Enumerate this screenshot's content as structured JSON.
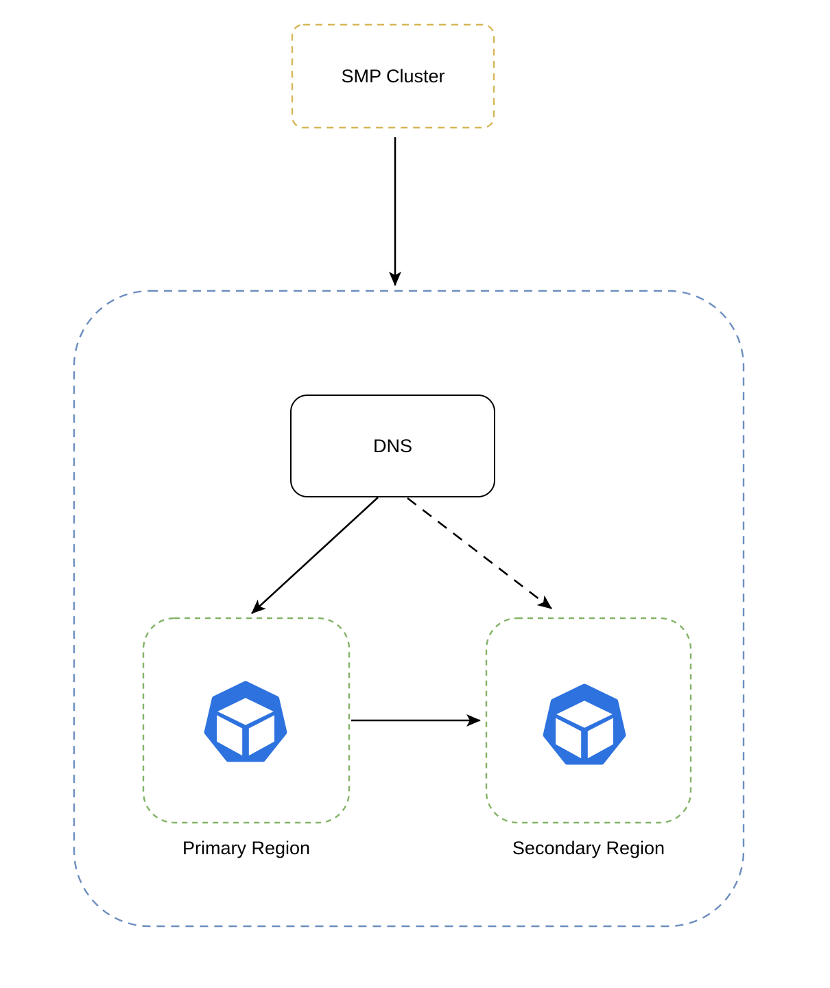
{
  "diagram": {
    "title": "SMP Cluster multi-region DNS routing diagram",
    "nodes": {
      "smp_cluster": {
        "label": "SMP Cluster",
        "border_color": "#D6B656",
        "border_style": "dashed"
      },
      "regions_container": {
        "label": "",
        "border_color": "#6C8EBF",
        "border_style": "dashed"
      },
      "dns": {
        "label": "DNS",
        "border_color": "#000000",
        "border_style": "solid"
      },
      "primary_region": {
        "label": "Primary Region",
        "border_color": "#82B366",
        "border_style": "dashed",
        "icon": "cube-heptagon-icon"
      },
      "secondary_region": {
        "label": "Secondary Region",
        "border_color": "#82B366",
        "border_style": "dashed",
        "icon": "cube-heptagon-icon"
      }
    },
    "edges": [
      {
        "from": "smp_cluster",
        "to": "regions_container",
        "style": "solid",
        "arrow": "end"
      },
      {
        "from": "dns",
        "to": "primary_region",
        "style": "solid",
        "arrow": "end"
      },
      {
        "from": "dns",
        "to": "secondary_region",
        "style": "dashed",
        "arrow": "end"
      },
      {
        "from": "primary_region",
        "to": "secondary_region",
        "style": "solid",
        "arrow": "end"
      }
    ],
    "colors": {
      "icon_blue": "#2D72DE",
      "arrow_black": "#000000"
    }
  }
}
